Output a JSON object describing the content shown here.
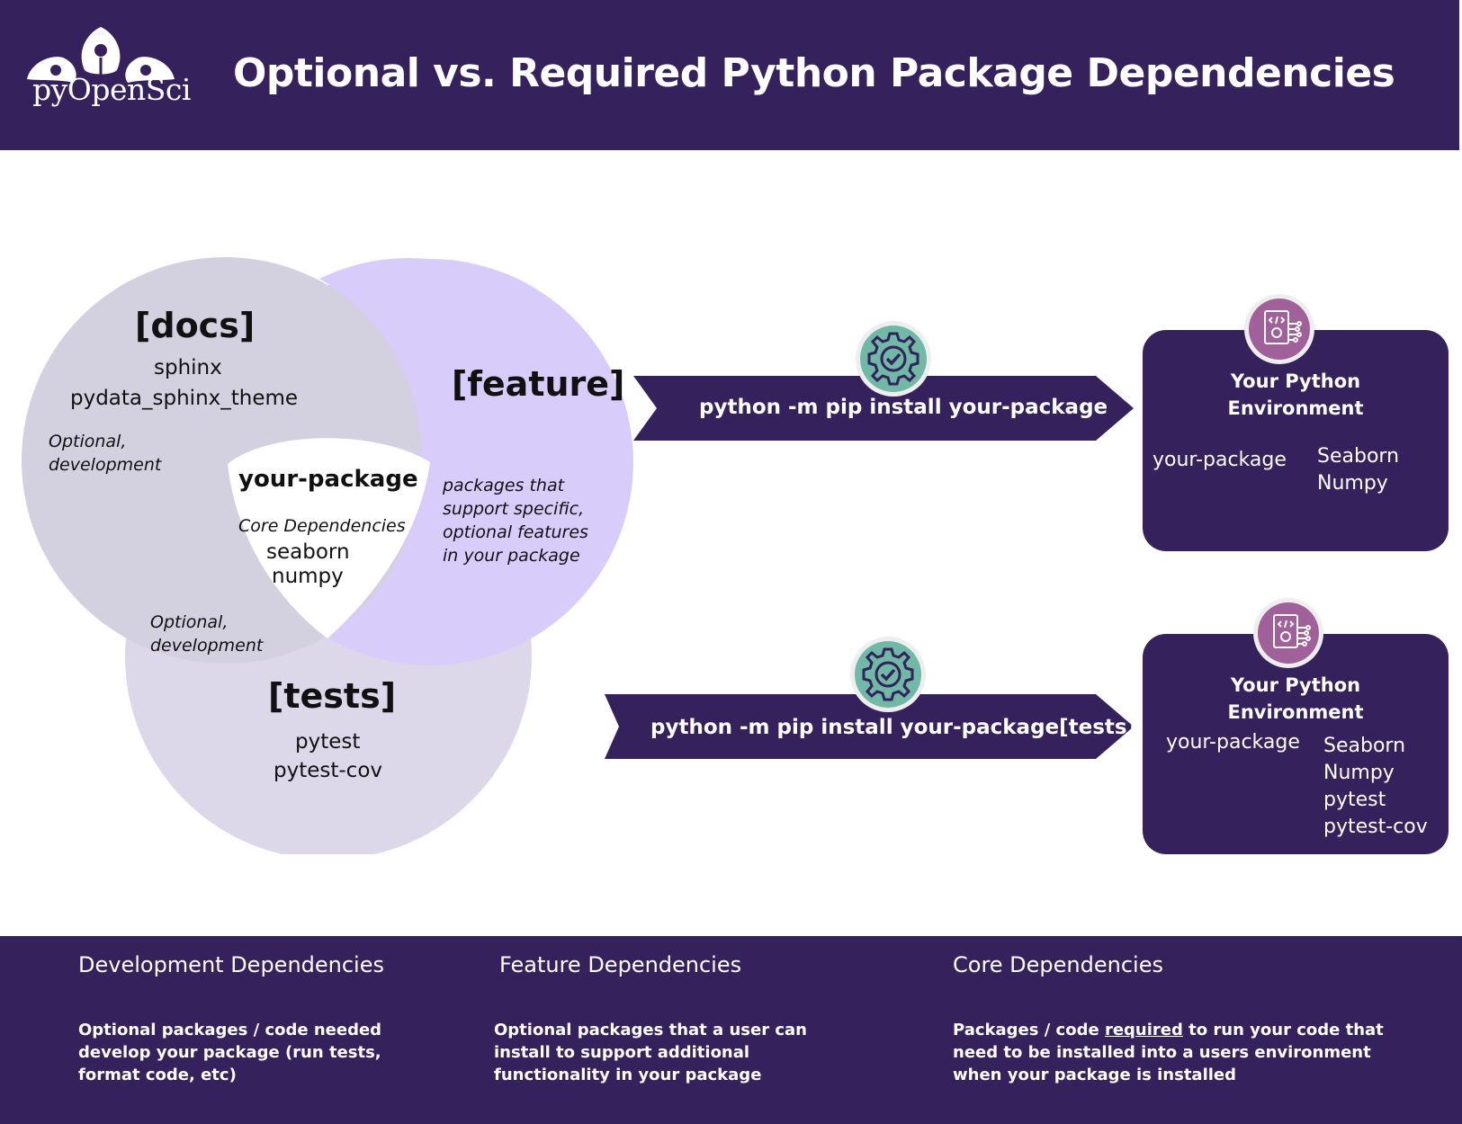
{
  "header": {
    "logo_text": "pyOpenSci",
    "title": "Optional vs. Required Python Package Dependencies"
  },
  "colors": {
    "brand_purple": "#35215c",
    "docs_circle": "#d3d0df",
    "feature_circle": "#d8ccfb",
    "tests_circle": "#dcd8ea",
    "gear_teal": "#6fb9a6",
    "env_icon_pink": "#a0609a"
  },
  "venn": {
    "docs": {
      "title": "[docs]",
      "packages": [
        "sphinx",
        "pydata_sphinx_theme"
      ],
      "note": "Optional,\ndevelopment"
    },
    "feature": {
      "title": "[feature]",
      "note": "packages that\nsupport specific,\noptional features\nin your package"
    },
    "tests": {
      "title": "[tests]",
      "packages": [
        "pytest",
        "pytest-cov"
      ],
      "note": "Optional,\ndevelopment"
    },
    "core": {
      "title": "your-package",
      "subtitle": "Core Dependencies",
      "packages": [
        "seaborn",
        "numpy"
      ]
    }
  },
  "installs": [
    {
      "command": "python -m pip install your-package",
      "gear_icon": "gear-check-icon",
      "environment": {
        "title": "Your Python\nEnvironment",
        "package": "your-package",
        "deps": [
          "Seaborn",
          "Numpy"
        ]
      }
    },
    {
      "command": "python -m pip install your-package[tests]",
      "gear_icon": "gear-check-icon",
      "environment": {
        "title": "Your Python\nEnvironment",
        "package": "your-package",
        "deps": [
          "Seaborn",
          "Numpy",
          "pytest",
          "pytest-cov"
        ]
      }
    }
  ],
  "footer": {
    "development": {
      "heading": "Development Dependencies",
      "body": "Optional packages / code needed develop your package (run tests, format code, etc)"
    },
    "feature": {
      "heading": "Feature Dependencies",
      "body": "Optional packages that a user can install to support additional functionality in your package"
    },
    "core": {
      "heading": "Core Dependencies",
      "body_before": "Packages  / code ",
      "body_emph": "required",
      "body_after": " to run your code that need to be installed into a users environment when your package is installed"
    }
  }
}
